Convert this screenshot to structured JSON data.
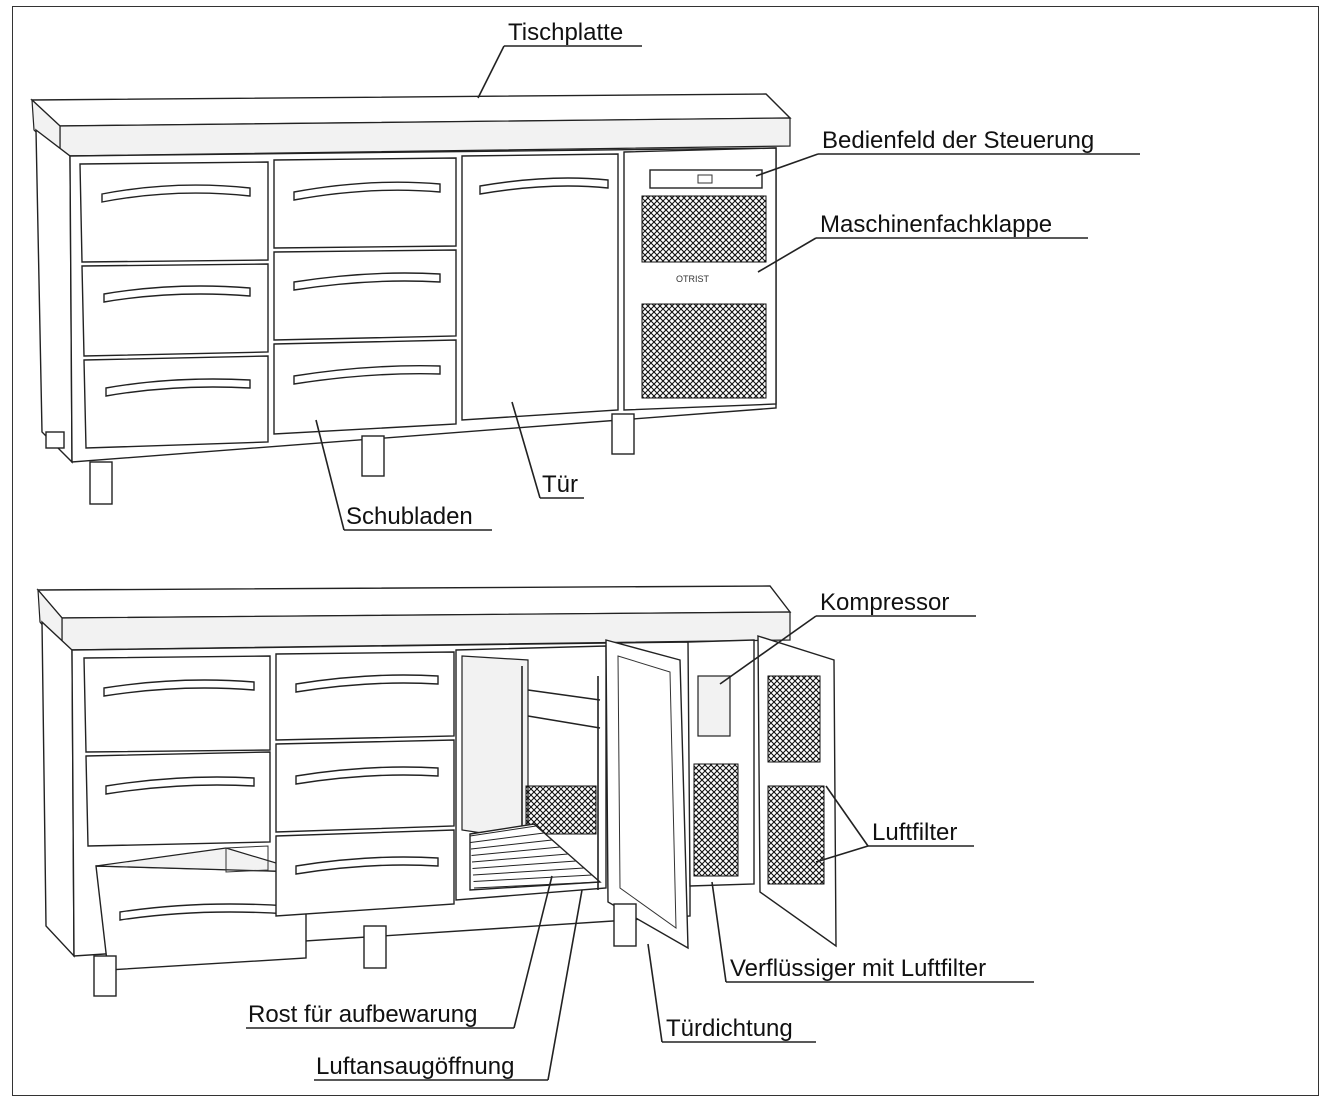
{
  "labels": {
    "tischplatte": "Tischplatte",
    "bedienfeld": "Bedienfeld der Steuerung",
    "maschinenfachklappe": "Maschinenfachklappe",
    "schubladen": "Schubladen",
    "tuer": "Tür",
    "kompressor": "Kompressor",
    "luftfilter": "Luftfilter",
    "verfluessiger": "Verflüssiger mit Luftfilter",
    "rost": "Rost für aufbewarung",
    "tuerdichtung": "Türdichtung",
    "luftansaug": "Luftansaugöffnung"
  },
  "colors": {
    "line": "#222222",
    "mesh": "#111111",
    "background": "#ffffff"
  }
}
